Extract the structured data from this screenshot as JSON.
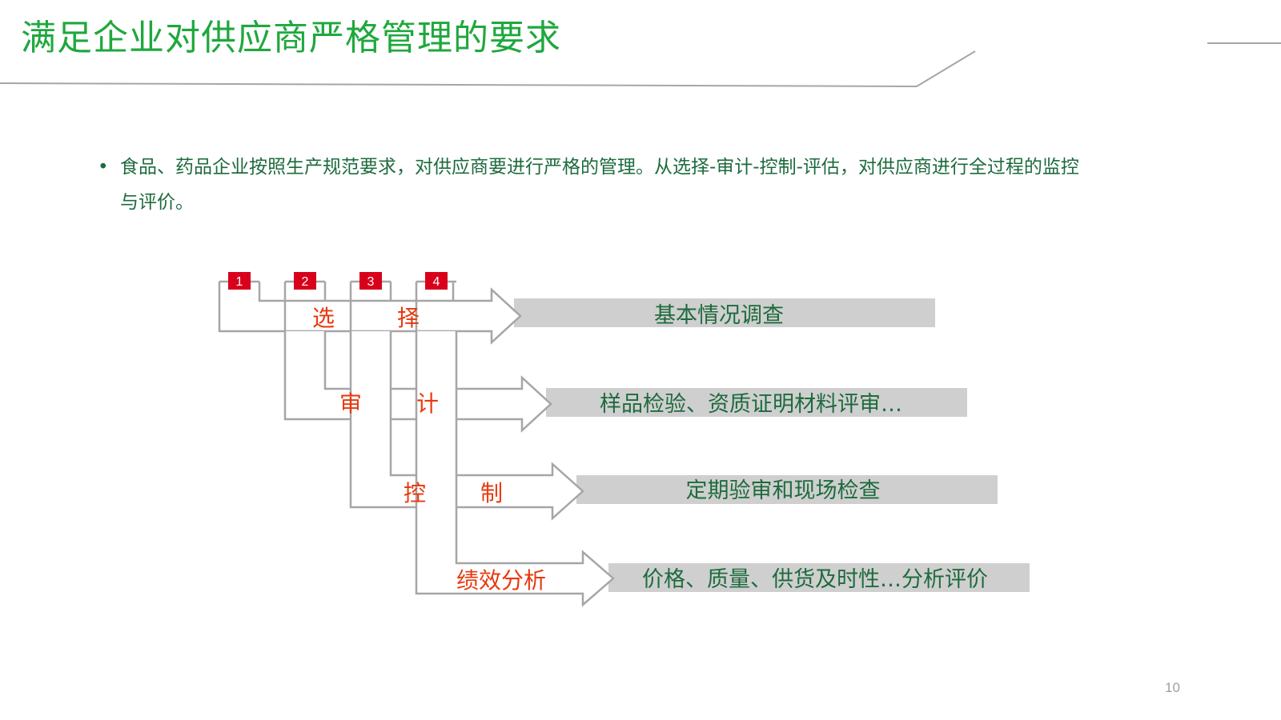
{
  "title": "满足企业对供应商严格管理的要求",
  "bullet": {
    "marker": "•",
    "text": "食品、药品企业按照生产规范要求，对供应商要进行严格的管理。从选择-审计-控制-评估，对供应商进行全过程的监控与评价。"
  },
  "diagram": {
    "badges": [
      "1",
      "2",
      "3",
      "4"
    ],
    "stages": [
      {
        "label_a": "选",
        "label_b": "择",
        "description": "基本情况调查"
      },
      {
        "label_a": "审",
        "label_b": "计",
        "description": "样品检验、资质证明材料评审…"
      },
      {
        "label_a": "控",
        "label_b": "制",
        "description": "定期验审和现场检查"
      },
      {
        "label_a": "绩效分析",
        "label_b": "",
        "description": "价格、质量、供货及时性…分析评价"
      }
    ]
  },
  "page_number": "10",
  "colors": {
    "title_green": "#1fa83d",
    "body_green": "#1d6b3d",
    "badge_red": "#d9001b",
    "stage_red": "#e8380d",
    "bar_gray": "#cfcfcf",
    "line_gray": "#a6a6a6"
  }
}
